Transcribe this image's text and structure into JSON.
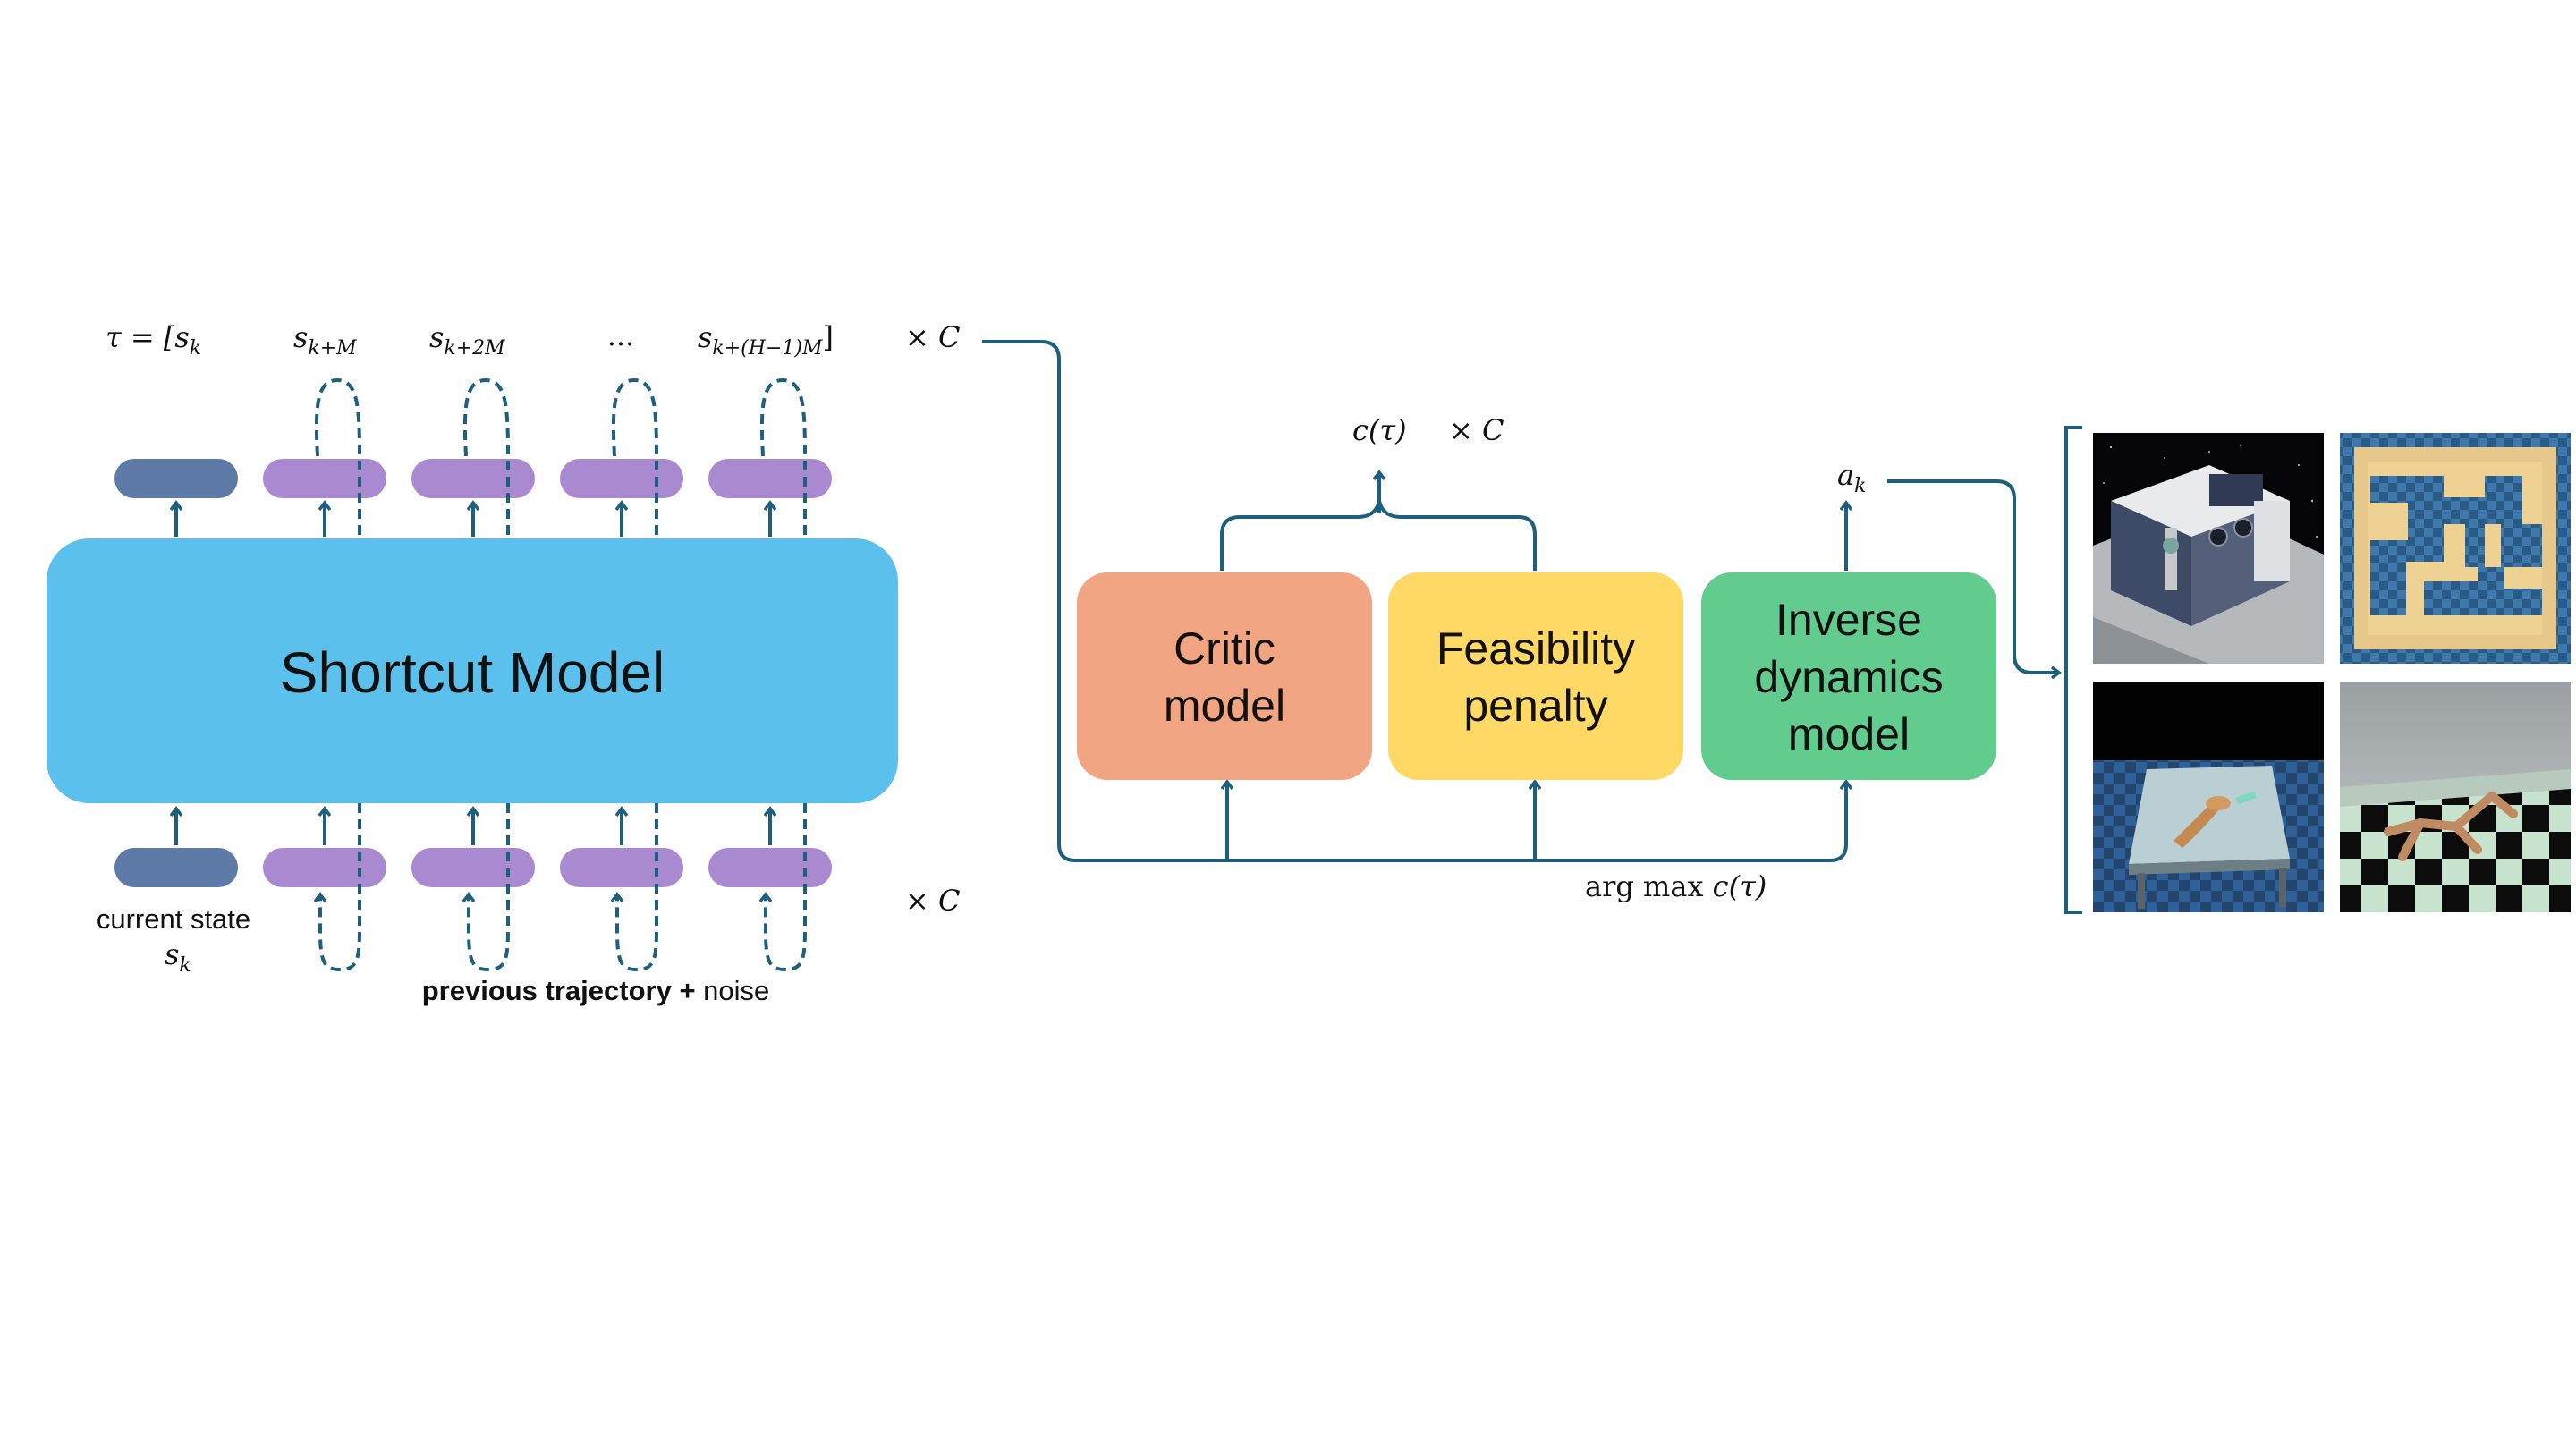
{
  "shortcut_model": {
    "title": "Shortcut Model",
    "output_labels": {
      "tau_eq": "τ = [s",
      "tau_sub": "k",
      "s_kM": "s",
      "s_kM_sub": "k+M",
      "s_k2M": "s",
      "s_k2M_sub": "k+2M",
      "ellipsis": "...",
      "s_last": "s",
      "s_last_sub": "k+(H−1)M",
      "s_last_close": "]"
    },
    "times_C_top": "× C",
    "times_C_bottom": "× C",
    "current_state_label": "current state",
    "current_state_symbol": "s",
    "current_state_sub": "k",
    "previous_trajectory_bold": "previous trajectory +",
    "previous_trajectory_noise": " noise"
  },
  "evaluation": {
    "critic": {
      "line1": "Critic",
      "line2": "model",
      "color": "#f2a582"
    },
    "feasibility": {
      "line1": "Feasibility",
      "line2": "penalty",
      "color": "#ffd966"
    },
    "inverse": {
      "line1": "Inverse",
      "line2": "dynamics",
      "line3": "model",
      "color": "#62cc8f"
    },
    "c_tau": "c(τ)",
    "times_C": "× C",
    "action_symbol": "a",
    "action_sub": "k",
    "argmax_prefix": "arg max ",
    "argmax_expr": "c(τ)"
  },
  "colors": {
    "shortcut_box": "#5bc0eb",
    "token_current": "#5e7aa6",
    "token_trajectory": "#a98ad1",
    "arrow": "#1e5f7d"
  },
  "environment_images": [
    {
      "name": "kitchen-scene"
    },
    {
      "name": "maze-scene"
    },
    {
      "name": "table-manipulation-scene"
    },
    {
      "name": "locomotion-scene"
    }
  ]
}
